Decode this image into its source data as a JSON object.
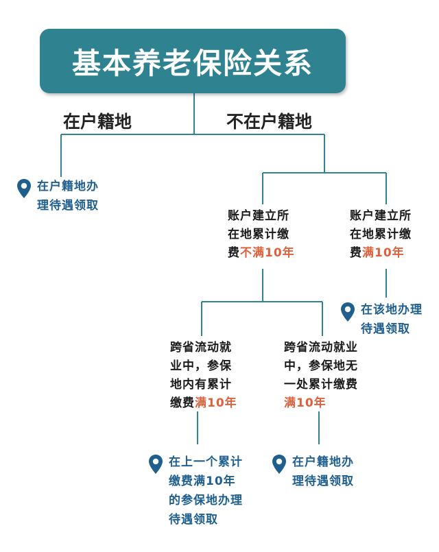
{
  "title": "基本养老保险关系",
  "branches": {
    "left": "在户籍地",
    "right": "不在户籍地"
  },
  "leaf_left": [
    "在户籍地办",
    "理待遇领取"
  ],
  "node_a": {
    "lines": [
      "账户建立所",
      "在地累计缴"
    ],
    "prefix": "费",
    "highlight": "不满10年"
  },
  "node_b": {
    "lines": [
      "账户建立所",
      "在地累计缴"
    ],
    "prefix": "费",
    "highlight": "满10年"
  },
  "leaf_b": [
    "在该地办理",
    "待遇领取"
  ],
  "node_c": {
    "lines": [
      "跨省流动就",
      "业中，参保",
      "地内有累计"
    ],
    "prefix": "缴费",
    "highlight": "满10年"
  },
  "node_d": {
    "lines": [
      "跨省流动就业",
      "中，参保地无",
      "一处累计缴费"
    ],
    "prefix": "",
    "highlight": "满10年"
  },
  "leaf_c": [
    "在上一个累计",
    "缴费满10年",
    "的参保地办理",
    "待遇领取"
  ],
  "leaf_d": [
    "在户籍地办",
    "理待遇领取"
  ],
  "colors": {
    "title_bg": "#2f8390",
    "line": "#2f8390",
    "pin": "#1f5f8f",
    "highlight": "#e0603c",
    "leaf_text": "#1f5f8f"
  }
}
